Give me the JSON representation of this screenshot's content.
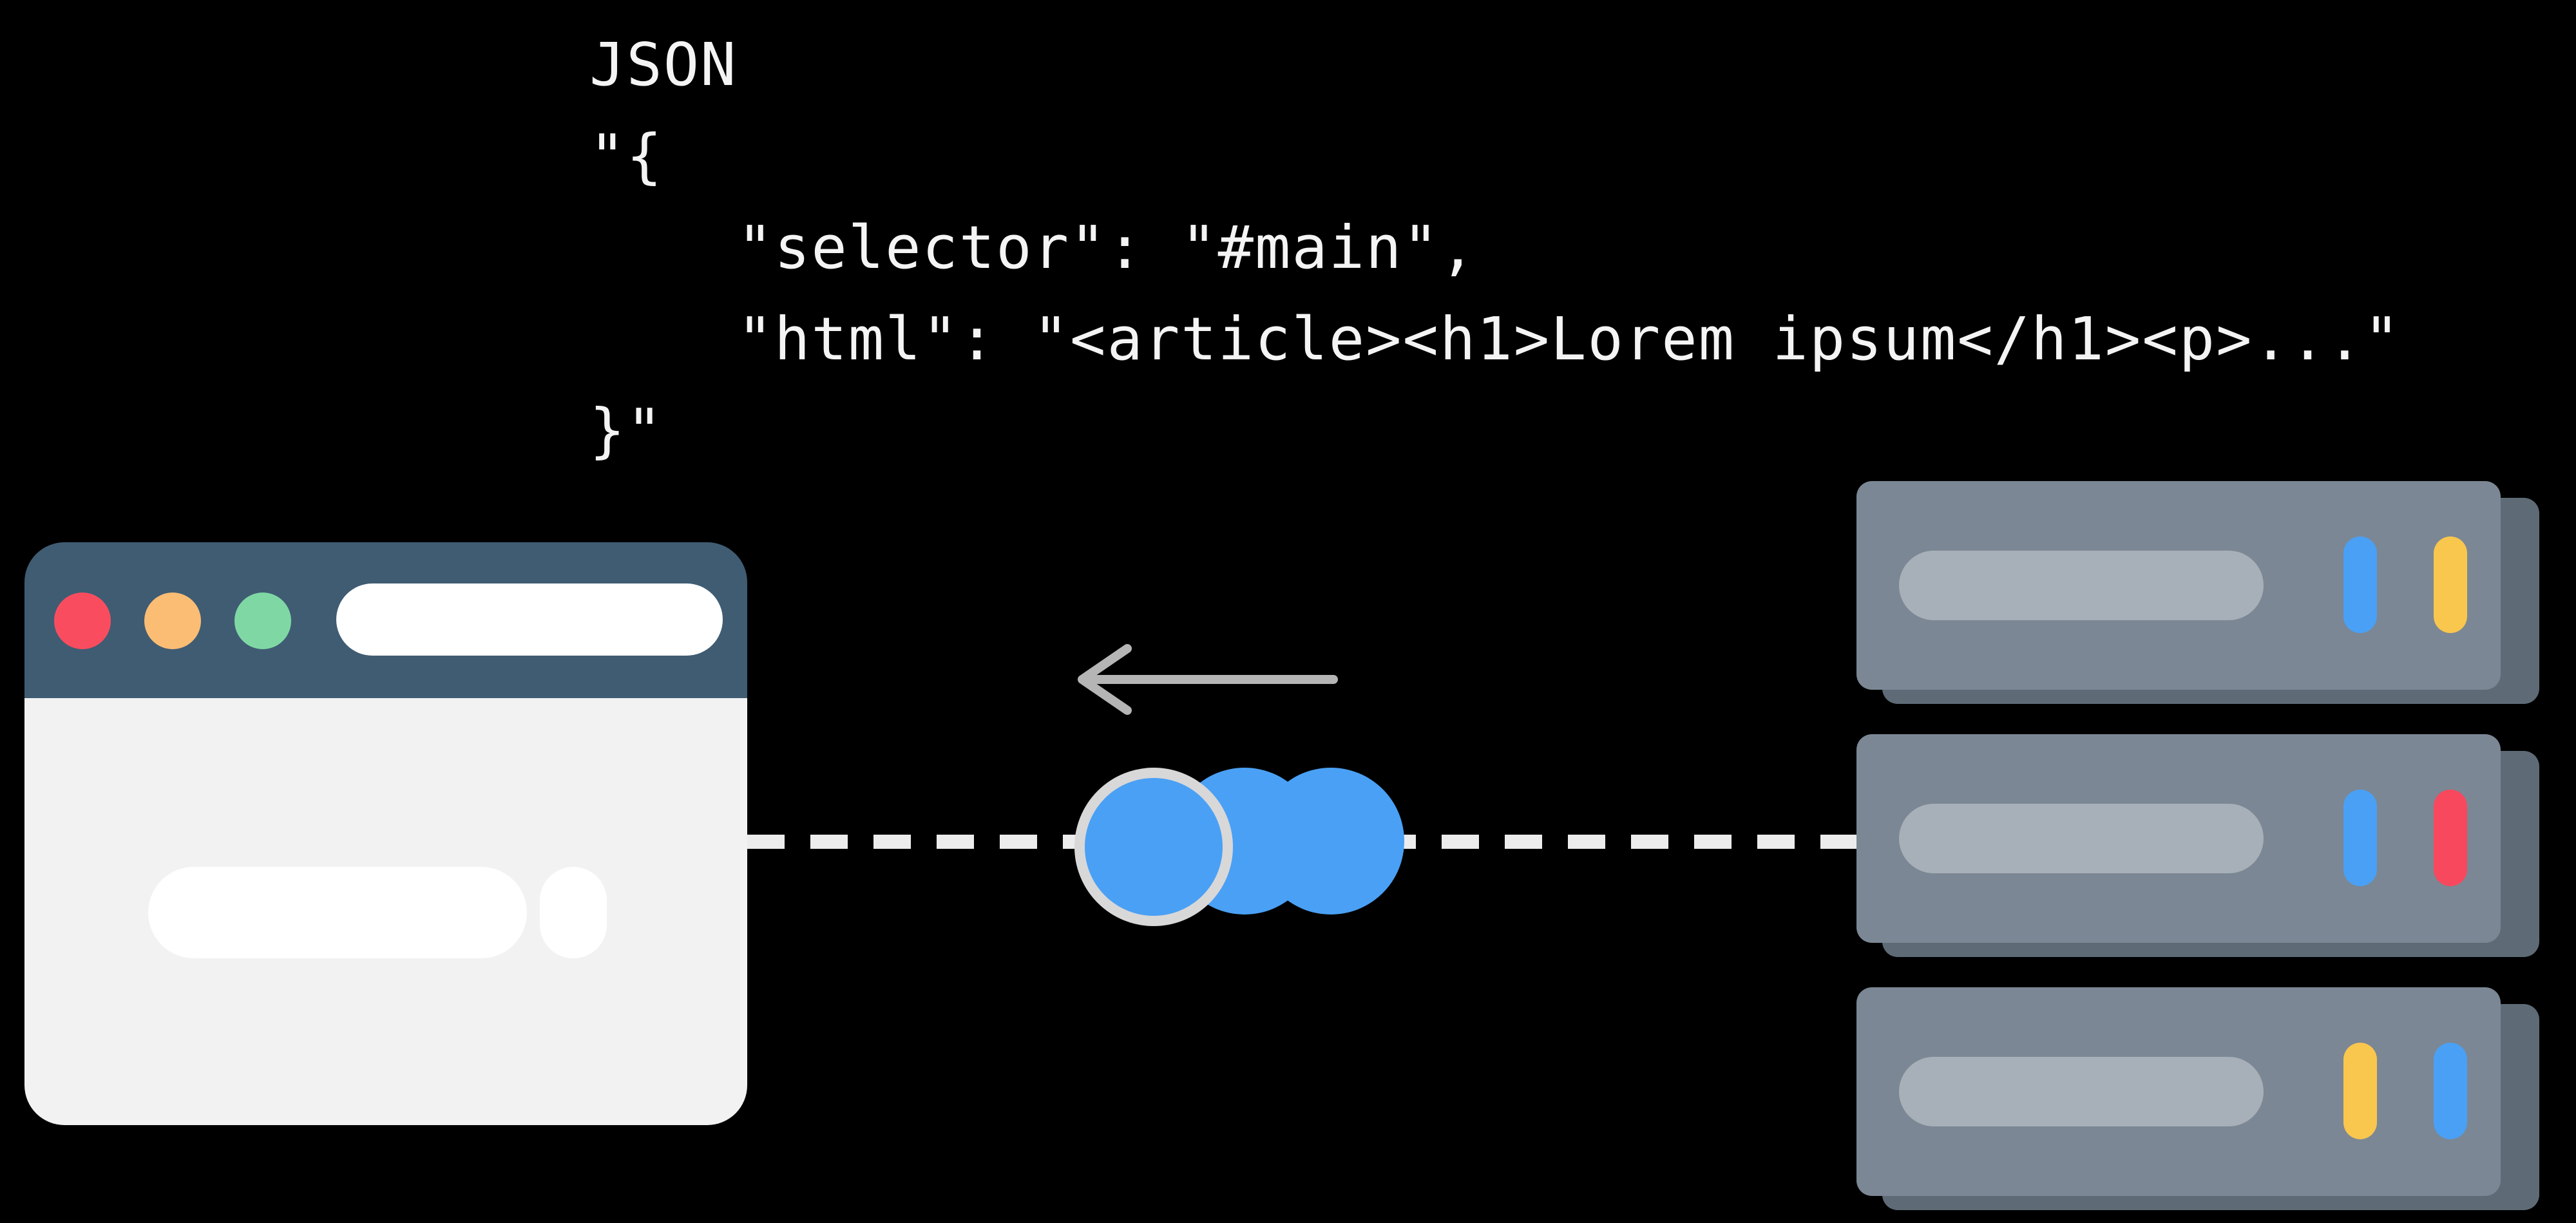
{
  "code": {
    "lines": [
      "JSON",
      "\"{",
      "    \"selector\": \"#main\",",
      "    \"html\": \"<article><h1>Lorem ipsum</h1><p>...\"",
      "}\""
    ]
  },
  "diagram": {
    "description_elements": {
      "browser_window": "client receiving html fragment",
      "server_stack": "backend servers sending json payload",
      "packets": "three blue data packets travelling along dashed line",
      "arrow_direction": "left (server to browser)"
    },
    "colors": {
      "background": "#000000",
      "browser_titlebar": "#3f5c73",
      "browser_body": "#f2f2f3",
      "dot_red": "#f94d5f",
      "dot_orange": "#fbbd74",
      "dot_green": "#7fd8a4",
      "packet_blue": "#4aa0f5",
      "packet_outline": "#d8d8d8",
      "server_body": "#7b8794",
      "server_shadow": "#5e6b76",
      "server_slot": "#a7b0b8",
      "light_blue": "#4aa0f5",
      "light_yellow": "#f9c64e",
      "light_red": "#f8485e",
      "dashed_line": "#ececec",
      "arrow": "#b5b5b5",
      "code_text": "#f4f4f4"
    },
    "servers": {
      "units": [
        {
          "name": "server-1",
          "lights": [
            "blue",
            "yellow"
          ]
        },
        {
          "name": "server-2",
          "lights": [
            "blue",
            "red"
          ]
        },
        {
          "name": "server-3",
          "lights": [
            "yellow",
            "blue"
          ]
        }
      ]
    }
  }
}
